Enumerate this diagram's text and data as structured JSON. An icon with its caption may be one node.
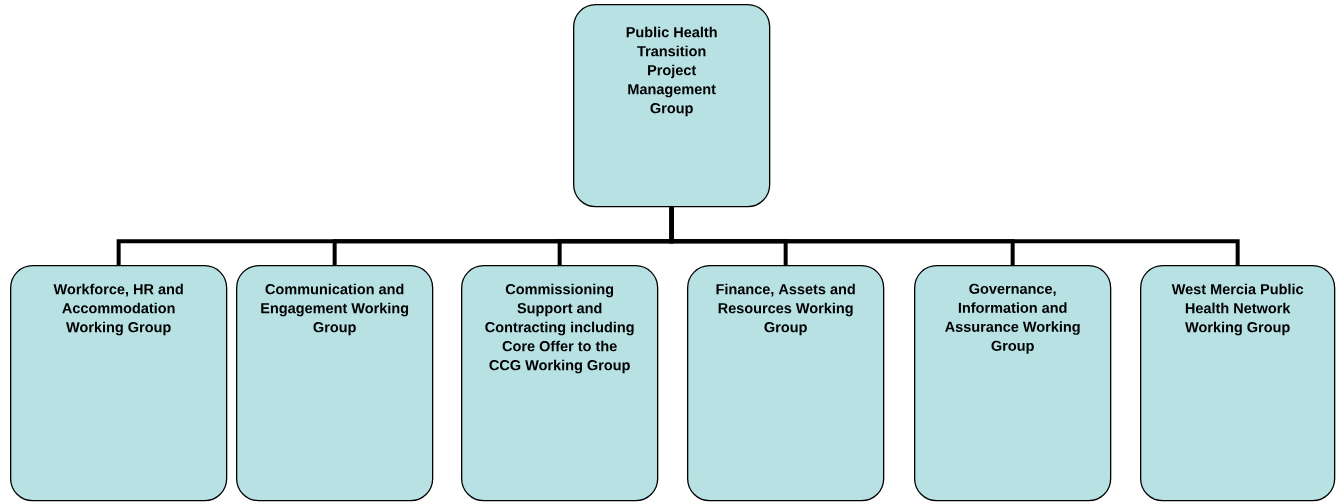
{
  "diagram": {
    "nodes": [
      {
        "text": [
          "Public Health Transition Project Management Group"
        ]
      },
      {
        "text": [
          "Workforce, HR and Accommodation Working Group"
        ]
      },
      {
        "text": [
          "Communication and Engagement Working Group"
        ]
      },
      {
        "text": [
          "Commissioning Support and Contracting including Core Offer to the CCG Working Group"
        ]
      },
      {
        "text": [
          "Finance, Assets and Resources Working Group"
        ]
      },
      {
        "text": [
          "Governance, Information and Assurance Working Group"
        ]
      },
      {
        "text": [
          "West Mercia Public Health Network Working Group"
        ]
      }
    ],
    "edges": [
      {
        "from": 0,
        "to": 1,
        "arrow": "none"
      },
      {
        "from": 0,
        "to": 2,
        "arrow": "none"
      },
      {
        "from": 0,
        "to": 3,
        "arrow": "none"
      },
      {
        "from": 0,
        "to": 4,
        "arrow": "none"
      },
      {
        "from": 0,
        "to": 5,
        "arrow": "none"
      },
      {
        "from": 0,
        "to": 6,
        "arrow": "none"
      }
    ]
  }
}
